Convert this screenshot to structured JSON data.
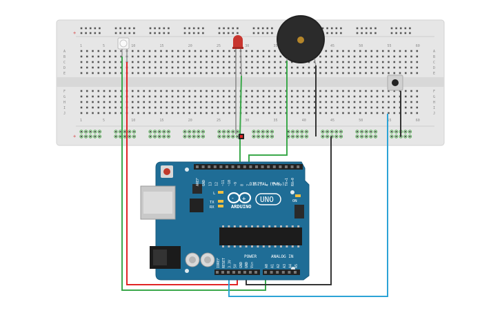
{
  "breadboard": {
    "column_numbers": [
      "1",
      "5",
      "10",
      "15",
      "20",
      "25",
      "30",
      "35",
      "40",
      "45",
      "50",
      "55",
      "60"
    ],
    "row_letters_top": [
      "A",
      "B",
      "C",
      "D",
      "E"
    ],
    "row_letters_bottom": [
      "F",
      "G",
      "H",
      "I",
      "J"
    ],
    "rail_plus": "+",
    "rail_minus": "-"
  },
  "arduino": {
    "brand": "ARDUINO",
    "model": "UNO",
    "digital_label": "DIGITAL (PWM~)",
    "digital_pins": [
      "AREF",
      "GND",
      "13",
      "12",
      "~11",
      "~10",
      "~9",
      "8",
      "7",
      "~6",
      "~5",
      "4",
      "~3",
      "2",
      "TX→1",
      "RX←0"
    ],
    "power_label": "POWER",
    "power_pins": [
      "IOREF",
      "RESET",
      "3.3V",
      "5V",
      "GND",
      "GND",
      "Vin"
    ],
    "analog_label": "ANALOG IN",
    "analog_pins": [
      "A0",
      "A1",
      "A2",
      "A3",
      "A4",
      "A5"
    ],
    "led_l": "L",
    "led_tx": "TX",
    "led_rx": "RX",
    "on_label": "ON"
  },
  "colors": {
    "board_blue": "#1f6d96",
    "breadboard": "#e6e6e6",
    "wire_green": "#3aa84a",
    "wire_red": "#e02424",
    "wire_black": "#333333",
    "wire_blue": "#2ba3d6",
    "led_red": "#c8352e",
    "buzzer_gold": "#b5862a"
  }
}
